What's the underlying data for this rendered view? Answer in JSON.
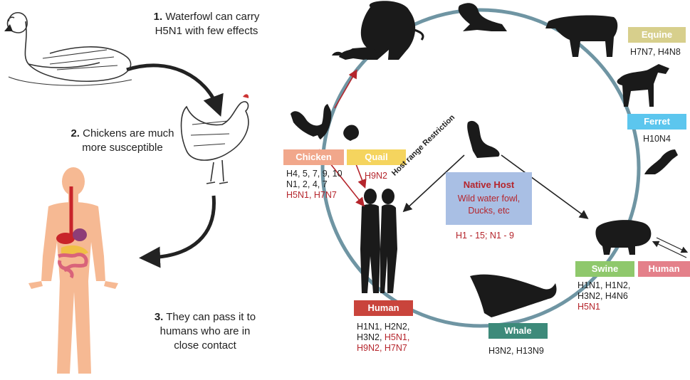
{
  "steps": [
    {
      "num": "1.",
      "line1": "Waterfowl can carry",
      "line2": "H5N1 with few effects"
    },
    {
      "num": "2.",
      "line1": "Chickens are much",
      "line2": "more susceptible"
    },
    {
      "num": "3.",
      "line1": "They can pass it to",
      "line2": "humans who are in",
      "line3": "close contact"
    }
  ],
  "hosts": {
    "equine": {
      "label": "Equine",
      "subtypes": "H7N7, H4N8",
      "color": "#d7cf8c"
    },
    "ferret": {
      "label": "Ferret",
      "subtypes": "H10N4",
      "color": "#5cc6ee"
    },
    "swine": {
      "label": "Swine",
      "subtypes_black": "H1N1, H1N2,",
      "subtypes_black2": "H3N2, H4N6",
      "subtypes_red": "H5N1",
      "color": "#8fc86c"
    },
    "human_right": {
      "label": "Human",
      "color": "#e4808a"
    },
    "whale": {
      "label": "Whale",
      "subtypes": "H3N2, H13N9",
      "color": "#3d8a7a"
    },
    "human": {
      "label": "Human",
      "line1": "H1N1, H2N2,",
      "line2_black": "H3N2, ",
      "line2_red": "H5N1,",
      "line3_red": "H9N2, H7N7",
      "color": "#c9443c"
    },
    "chicken": {
      "label": "Chicken",
      "line1": "H4, 5, 7, 9, 10",
      "line2": "N1, 2, 4, 7",
      "line3_red": "H5N1, H7N7",
      "color": "#f1a78b"
    },
    "quail": {
      "label": "Quail",
      "subtypes_red": "H9N2",
      "color": "#f5d45e"
    }
  },
  "native_host": {
    "title": "Native Host",
    "desc1": "Wild water fowl,",
    "desc2": "Ducks, etc",
    "subtypes": "H1 - 15; N1 - 9",
    "color": "#a9bfe4"
  },
  "host_range_label": "Host range Restriction",
  "icons": [
    "swan-icon",
    "hen-icon",
    "human-body-icon",
    "lion-icon",
    "cat-icon",
    "seal-icon",
    "cow-icon",
    "horse-icon",
    "ferret-icon",
    "pig-icon",
    "whale-icon",
    "rooster-icon",
    "quail-icon",
    "duck-icon",
    "human-couple-icon"
  ],
  "colors": {
    "cycle": "#6f95a3",
    "arrow_red": "#b5252c",
    "arrow_dark": "#222222"
  }
}
